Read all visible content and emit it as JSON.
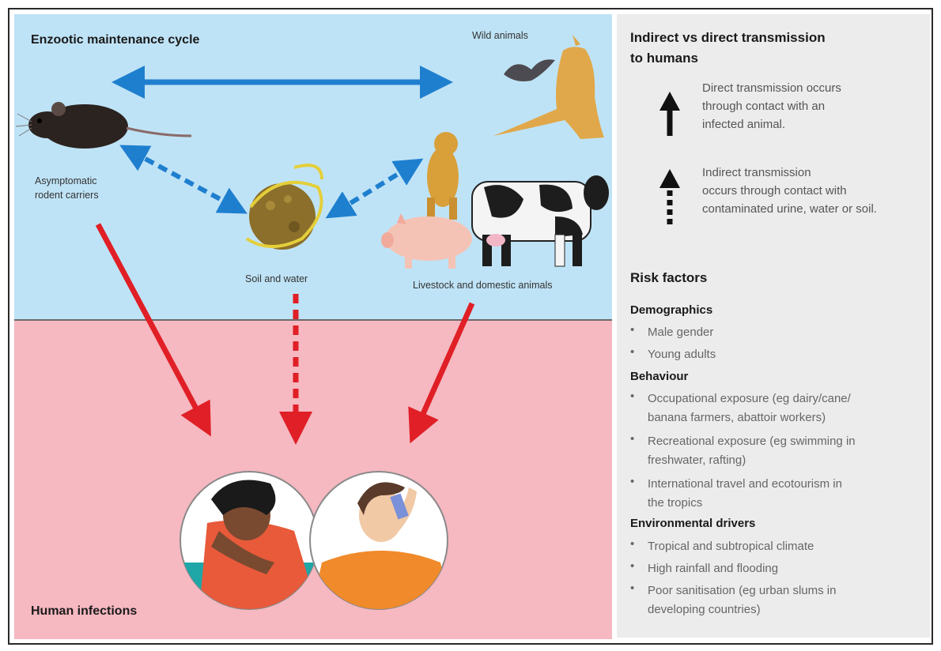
{
  "left": {
    "cycle_title": "Enzootic maintenance cycle",
    "wild_animals": "Wild animals",
    "rodent_label_line1": "Asymptomatic",
    "rodent_label_line2": "rodent carriers",
    "soil_label": "Soil and water",
    "livestock_label": "Livestock and domestic animals",
    "human_title": "Human infections"
  },
  "right": {
    "title_line1": "Indirect vs direct transmission",
    "title_line2": "to humans",
    "direct_lines": [
      "Direct transmission occurs",
      "through contact with an",
      "infected animal."
    ],
    "indirect_lines": [
      "Indirect transmission",
      "occurs through contact with",
      "contaminated urine, water or soil."
    ],
    "risk_title": "Risk factors",
    "groups": [
      {
        "title": "Demographics",
        "items": [
          [
            "Male gender"
          ],
          [
            "Young adults"
          ]
        ]
      },
      {
        "title": "Behaviour",
        "items": [
          [
            "Occupational exposure (eg dairy/cane/",
            "banana farmers, abattoir workers)"
          ],
          [
            "Recreational exposure (eg swimming in",
            "freshwater, rafting)"
          ],
          [
            "International travel and ecotourism in",
            "the tropics"
          ]
        ]
      },
      {
        "title": "Environmental drivers",
        "items": [
          [
            "Tropical and subtropical climate"
          ],
          [
            "High rainfall and flooding"
          ],
          [
            "Poor sanitisation (eg urban slums in",
            "developing countries)"
          ]
        ]
      }
    ]
  },
  "colors": {
    "blue_panel": "#bfe3f6",
    "pink_panel": "#f6b8c1",
    "grey_panel": "#ececec",
    "blue_arrow": "#1f7fcf",
    "red_arrow": "#e01f26"
  }
}
